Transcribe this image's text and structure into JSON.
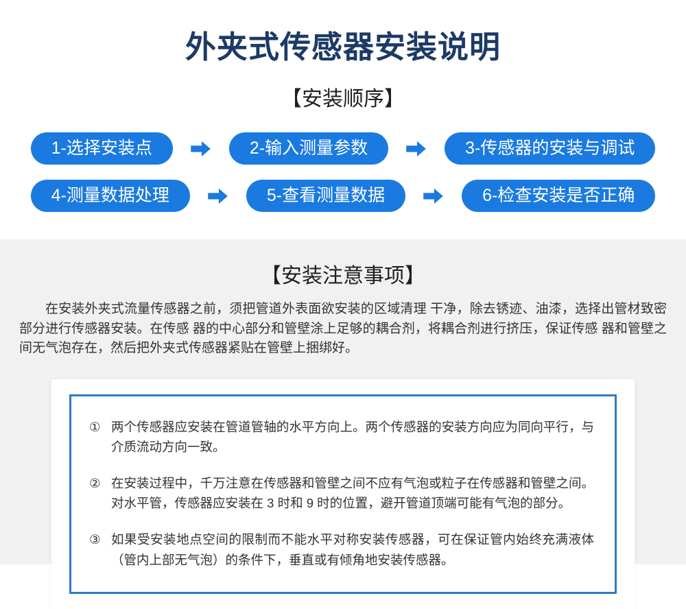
{
  "title": "外夹式传感器安装说明",
  "sequence": {
    "heading": "【安装顺序】",
    "steps": [
      "1-选择安装点",
      "2-输入测量参数",
      "3-传感器的安装与调试",
      "4-测量数据处理",
      "5-查看测量数据",
      "6-检查安装是否正确"
    ]
  },
  "notes": {
    "heading": "【安装注意事项】",
    "intro": "在安装外夹式流量传感器之前，须把管道外表面欲安装的区域清理 干净，除去锈迹、油漆，选择出管材致密部分进行传感器安装。在传感 器的中心部分和管壁涂上足够的耦合剂，将耦合剂进行挤压，保证传感 器和管壁之间无气泡存在，然后把外夹式传感器紧贴在管壁上捆绑好。",
    "items": [
      {
        "num": "①",
        "text": "两个传感器应安装在管道管轴的水平方向上。两个传感器的安装方向应为同向平行，与介质流动方向一致。"
      },
      {
        "num": "②",
        "text": "在安装过程中，千万注意在传感器和管壁之间不应有气泡或粒子在传感器和管壁之间。对水平管，传感器应安装在 3 时和 9 时的位置，避开管道顶端可能有气泡的部分。"
      },
      {
        "num": "③",
        "text": "如果受安装地点空间的限制而不能水平对称安装传感器，可在保证管内始终充满液体（管内上部无气泡）的条件下，垂直或有倾角地安装传感器。"
      }
    ]
  },
  "icons": {
    "arrow_right_icon": "➡"
  },
  "colors": {
    "accent_blue": "#1a7ae0",
    "title_navy": "#1d3a66",
    "heading_dark": "#1f1f1f",
    "text_dark": "#333333",
    "border_blue": "#2e7cc4",
    "section_bg": "#f1f1f2",
    "card_bg": "#ffffff"
  }
}
